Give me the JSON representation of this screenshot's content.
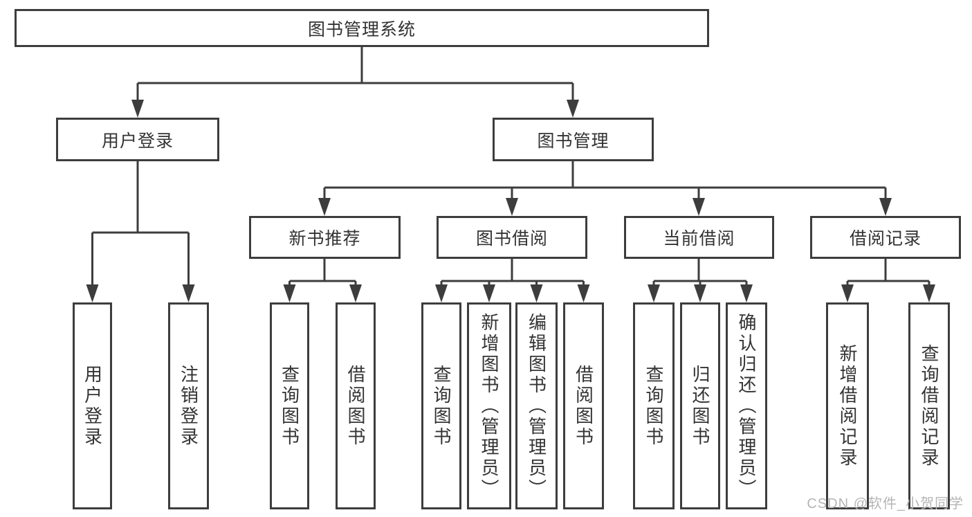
{
  "root": {
    "label": "图书管理系统"
  },
  "branches": {
    "user_login": {
      "label": "用户登录",
      "children": [
        {
          "label": "用户登录"
        },
        {
          "label": "注销登录"
        }
      ]
    },
    "book_management": {
      "label": "图书管理",
      "children": [
        {
          "label": "新书推荐",
          "children": [
            {
              "label": "查询图书"
            },
            {
              "label": "借阅图书"
            }
          ]
        },
        {
          "label": "图书借阅",
          "children": [
            {
              "label": "查询图书"
            },
            {
              "label": "新增图书（管理员）"
            },
            {
              "label": "编辑图书（管理员）"
            },
            {
              "label": "借阅图书"
            }
          ]
        },
        {
          "label": "当前借阅",
          "children": [
            {
              "label": "查询图书"
            },
            {
              "label": "归还图书"
            },
            {
              "label": "确认归还（管理员）"
            }
          ]
        },
        {
          "label": "借阅记录",
          "children": [
            {
              "label": "新增借阅记录"
            },
            {
              "label": "查询借阅记录"
            }
          ]
        }
      ]
    }
  },
  "watermark": "CSDN @软件_小贺同学",
  "colors": {
    "line": "#3d3d3d",
    "text": "#333333",
    "watermark": "#b5b5b5",
    "background": "#ffffff"
  }
}
